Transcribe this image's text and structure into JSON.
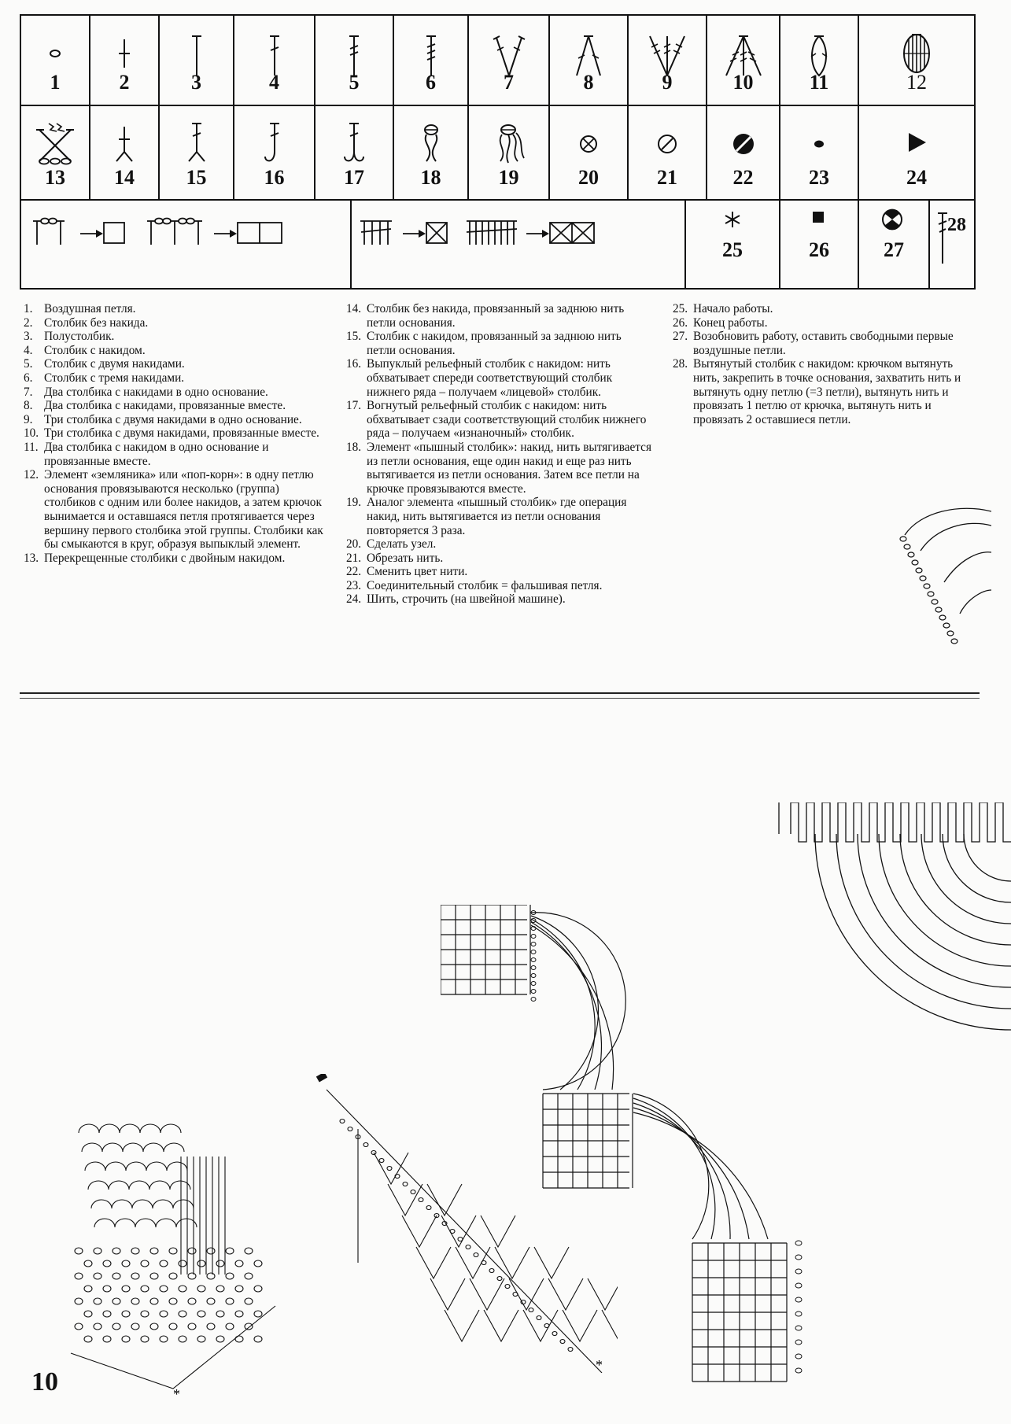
{
  "legend": {
    "row1": [
      {
        "n": "1",
        "icon": "chain-stitch-icon"
      },
      {
        "n": "2",
        "icon": "single-crochet-icon"
      },
      {
        "n": "3",
        "icon": "half-double-crochet-icon"
      },
      {
        "n": "4",
        "icon": "double-crochet-icon"
      },
      {
        "n": "5",
        "icon": "treble-crochet-icon"
      },
      {
        "n": "6",
        "icon": "double-treble-crochet-icon"
      },
      {
        "n": "7",
        "icon": "v-stitch-icon"
      },
      {
        "n": "8",
        "icon": "dc2tog-icon"
      },
      {
        "n": "9",
        "icon": "three-tr-one-base-icon"
      },
      {
        "n": "10",
        "icon": "tr3tog-icon"
      },
      {
        "n": "11",
        "icon": "two-dc-one-base-joined-icon"
      },
      {
        "n": "12",
        "icon": "popcorn-icon"
      }
    ],
    "row2": [
      {
        "n": "13",
        "icon": "crossed-treble-icon"
      },
      {
        "n": "14",
        "icon": "sc-back-loop-icon"
      },
      {
        "n": "15",
        "icon": "dc-back-loop-icon"
      },
      {
        "n": "16",
        "icon": "front-post-dc-icon"
      },
      {
        "n": "17",
        "icon": "back-post-dc-icon"
      },
      {
        "n": "18",
        "icon": "puff-stitch-icon"
      },
      {
        "n": "19",
        "icon": "puff-stitch-variant-icon"
      },
      {
        "n": "20",
        "icon": "knot-icon"
      },
      {
        "n": "21",
        "icon": "cut-yarn-icon"
      },
      {
        "n": "22",
        "icon": "change-color-icon"
      },
      {
        "n": "23",
        "icon": "slip-stitch-icon"
      },
      {
        "n": "24",
        "icon": "sew-icon"
      }
    ],
    "row3": [
      {
        "n": "25",
        "icon": "start-asterisk-icon"
      },
      {
        "n": "26",
        "icon": "end-square-icon"
      },
      {
        "n": "27",
        "icon": "resume-work-icon"
      },
      {
        "n": "28",
        "icon": "elongated-dc-icon"
      }
    ]
  },
  "descriptions_col1": [
    {
      "n": "1.",
      "t": "Воздушная петля."
    },
    {
      "n": "2.",
      "t": "Столбик без накида."
    },
    {
      "n": "3.",
      "t": "Полустолбик."
    },
    {
      "n": "4.",
      "t": "Столбик с накидом."
    },
    {
      "n": "5.",
      "t": "Столбик с двумя накидами."
    },
    {
      "n": "6.",
      "t": "Столбик с тремя накидами."
    },
    {
      "n": "7.",
      "t": "Два столбика с накидами в одно основание."
    },
    {
      "n": "8.",
      "t": "Два столбика с накидами, провязанные вместе."
    },
    {
      "n": "9.",
      "t": "Три столбика с двумя накидами в одно основание."
    },
    {
      "n": "10.",
      "t": "Три столбика с двумя накидами, провязанные вместе."
    },
    {
      "n": "11.",
      "t": "Два столбика с накидом в одно основание и провязанные вместе."
    },
    {
      "n": "12.",
      "t": "Элемент «земляника» или «поп-корн»: в одну петлю основания провязываются несколько (группа) столбиков с одним или более накидов, а затем крючок вынимается и оставшаяся петля протягивается через вершину первого столбика этой группы. Столбики как бы смыкаются в круг, образуя выпыклый элемент."
    },
    {
      "n": "13.",
      "t": "Перекрещенные столбики с двойным накидом."
    }
  ],
  "descriptions_col2": [
    {
      "n": "14.",
      "t": "Столбик без накида, провязанный за заднюю нить петли основания."
    },
    {
      "n": "15.",
      "t": "Столбик с накидом, провязанный за заднюю нить петли основания."
    },
    {
      "n": "16.",
      "t": "Выпуклый рельефный столбик с накидом: нить обхватывает спереди соответствующий столбик нижнего ряда – получаем «лицевой» столбик."
    },
    {
      "n": "17.",
      "t": "Вогнутый рельефный столбик с накидом: нить обхватывает сзади соответствующий столбик нижнего ряда – получаем «изнаночный» столбик."
    },
    {
      "n": "18.",
      "t": "Элемент «пышный столбик»: накид, нить вытягивается из петли основания, еще один накид и еще раз нить вытягивается из петли основания. Затем все петли на крючке провязываются вместе."
    },
    {
      "n": "19.",
      "t": "Аналог элемента «пышный столбик» где операция накид, нить вытягивается из петли основания повторяется 3 раза."
    },
    {
      "n": "20.",
      "t": "Сделать узел."
    },
    {
      "n": "21.",
      "t": "Обрезать нить."
    },
    {
      "n": "22.",
      "t": "Сменить цвет нити."
    },
    {
      "n": "23.",
      "t": "Соединительный столбик = фальшивая петля."
    },
    {
      "n": "24.",
      "t": "Шить, строчить (на швейной машине)."
    }
  ],
  "descriptions_col3": [
    {
      "n": "25.",
      "t": "Начало работы."
    },
    {
      "n": "26.",
      "t": "Конец работы."
    },
    {
      "n": "27.",
      "t": "Возобновить работу, оставить свободными первые воздушные петли."
    },
    {
      "n": "28.",
      "t": "Вытянутый столбик с накидом: крючком вытянуть нить, закрепить в точке основания, захватить нить и вытянуть одну петлю (=3 петли), вытянуть нить и провязать 1 петлю от крючка, вытянуть нить и провязать 2 оставшиеся петли."
    }
  ],
  "page_number": "10",
  "colors": {
    "ink": "#111111",
    "paper": "#fbfbfa"
  }
}
